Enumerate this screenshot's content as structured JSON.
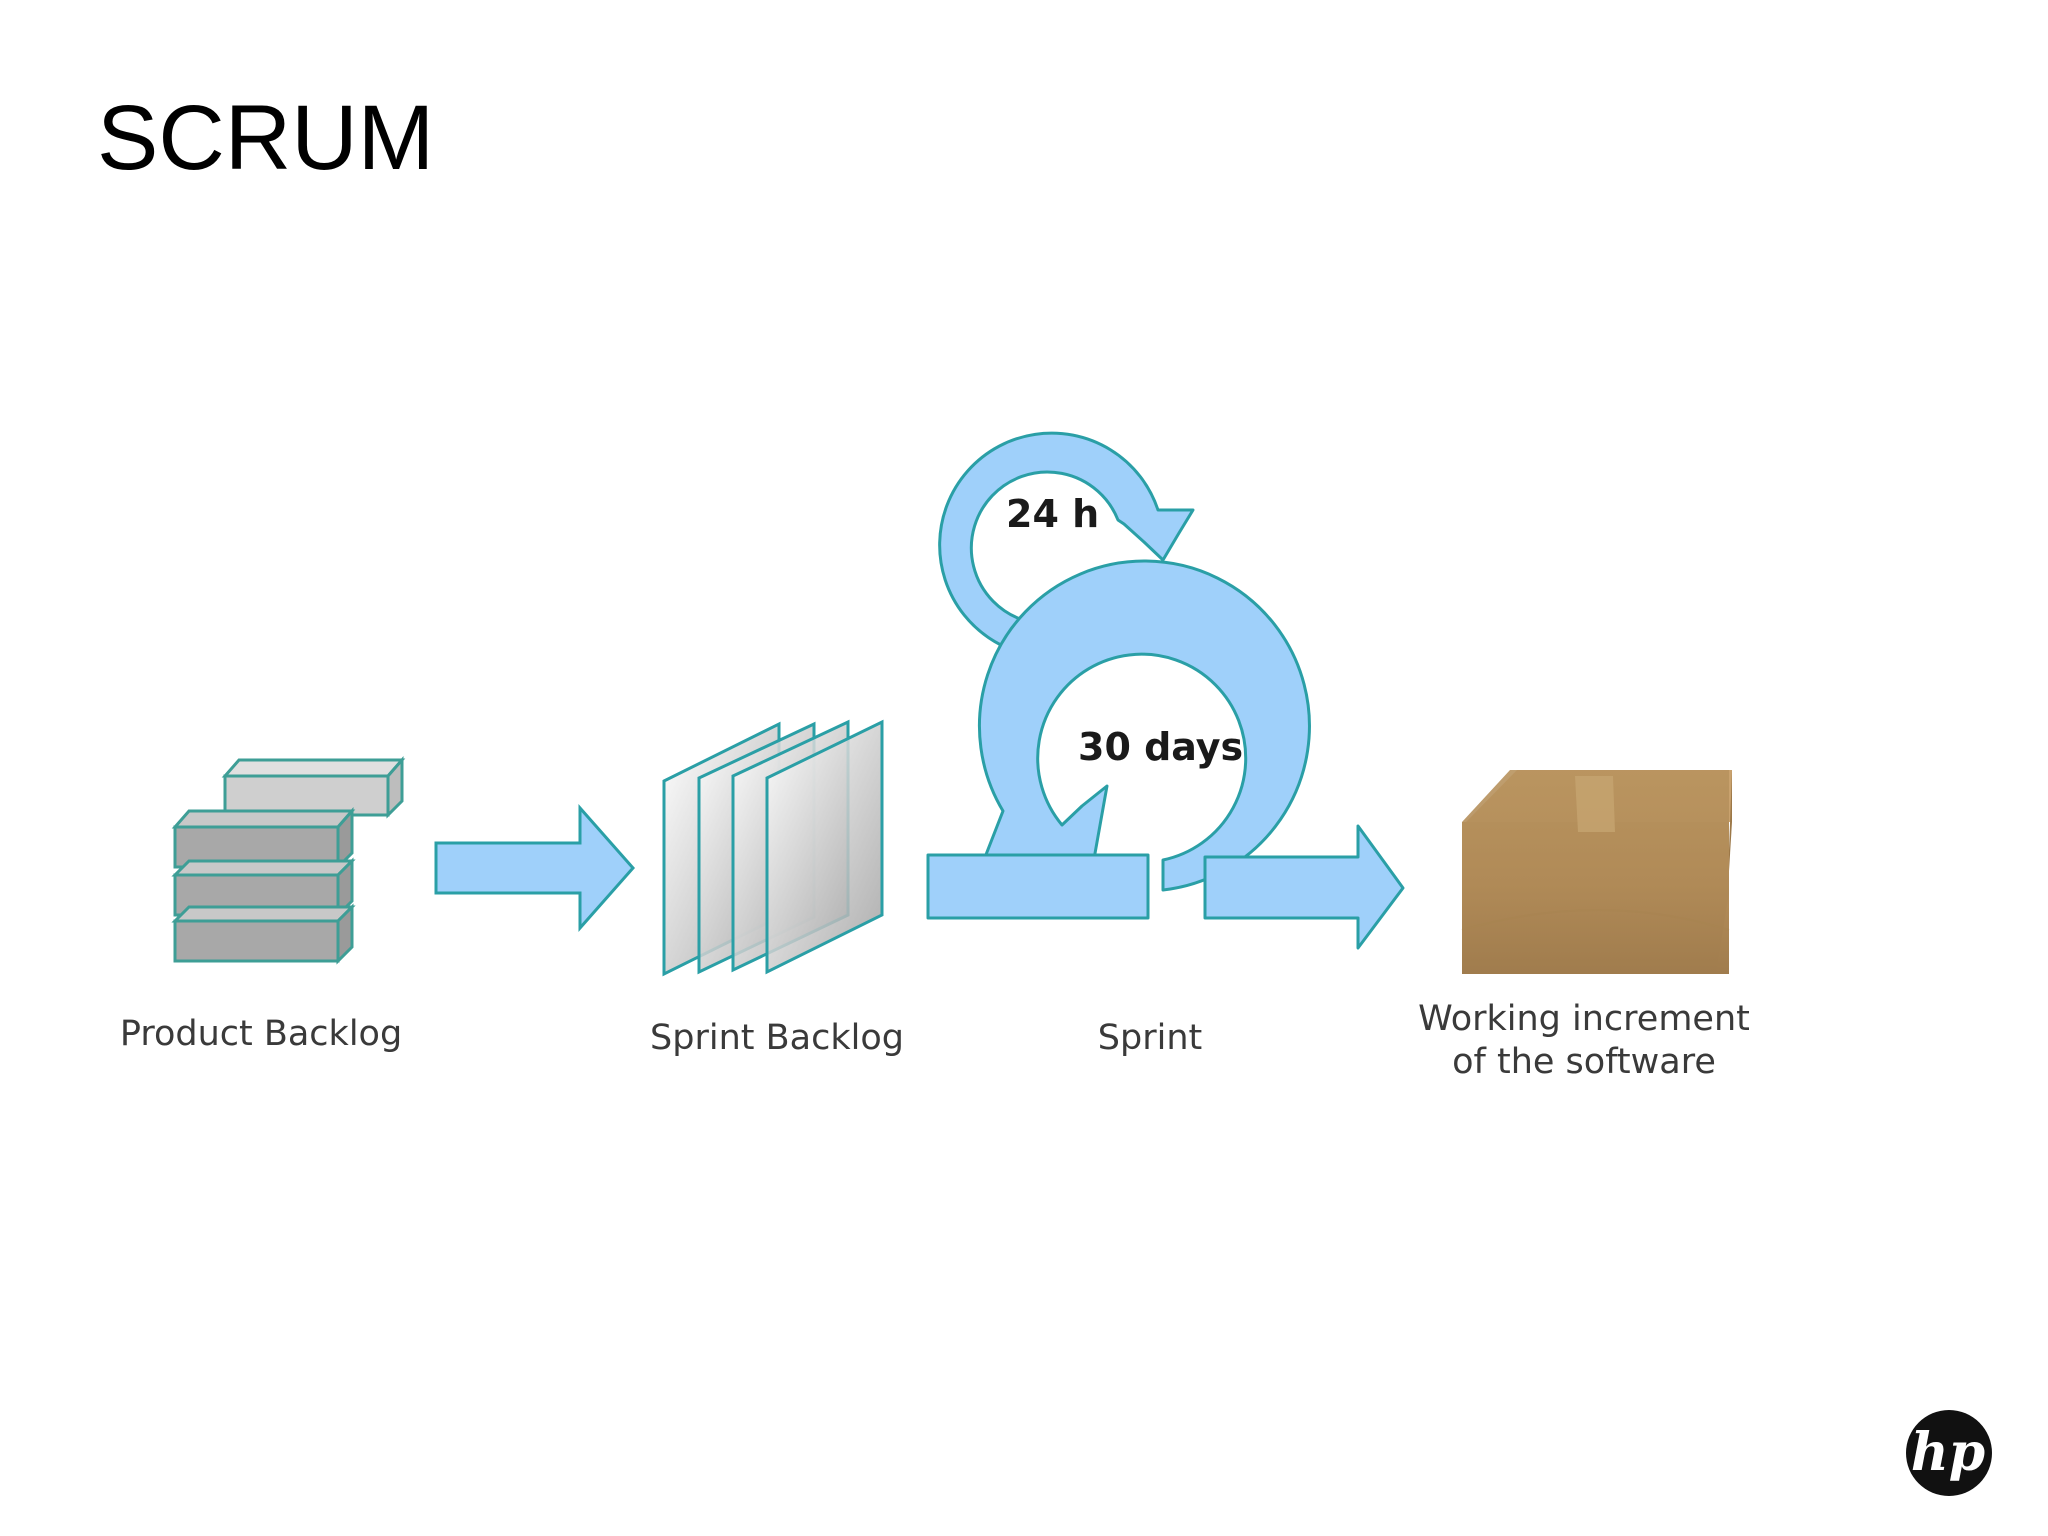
{
  "slide": {
    "title": "SCRUM"
  },
  "diagram": {
    "stages": [
      {
        "id": "product-backlog",
        "label": "Product Backlog"
      },
      {
        "id": "sprint-backlog",
        "label": "Sprint Backlog"
      },
      {
        "id": "sprint",
        "label": "Sprint"
      },
      {
        "id": "working-increment",
        "label_line1": "Working increment",
        "label_line2": "of the software"
      }
    ],
    "loops": {
      "daily": "24 h",
      "sprint": "30 days"
    }
  },
  "brand": {
    "logo_text": "hp"
  },
  "colors": {
    "arrow_fill": "#9fd0fa",
    "arrow_stroke": "#2a9fa6",
    "block_fill": "#a8a8a8",
    "block_stroke": "#3e9e96",
    "box_fill": "#b8935e",
    "logo": "#111111"
  }
}
